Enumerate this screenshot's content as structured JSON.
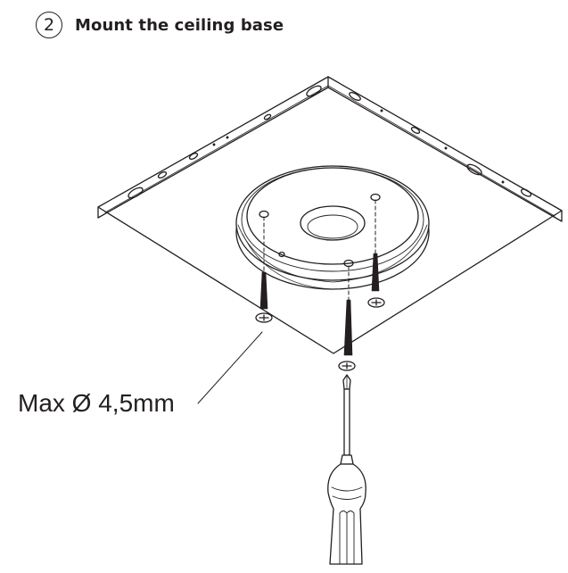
{
  "step": {
    "number": "2",
    "title": "Mount the ceiling base"
  },
  "annotation": {
    "text": "Max Ø 4,5mm"
  },
  "colors": {
    "line": "#231f20",
    "fill": "#ffffff",
    "shadow": "#d9d9d9"
  },
  "icons": [
    "wood-screw-icon",
    "screwdriver-icon",
    "ceiling-base-plate-icon"
  ]
}
